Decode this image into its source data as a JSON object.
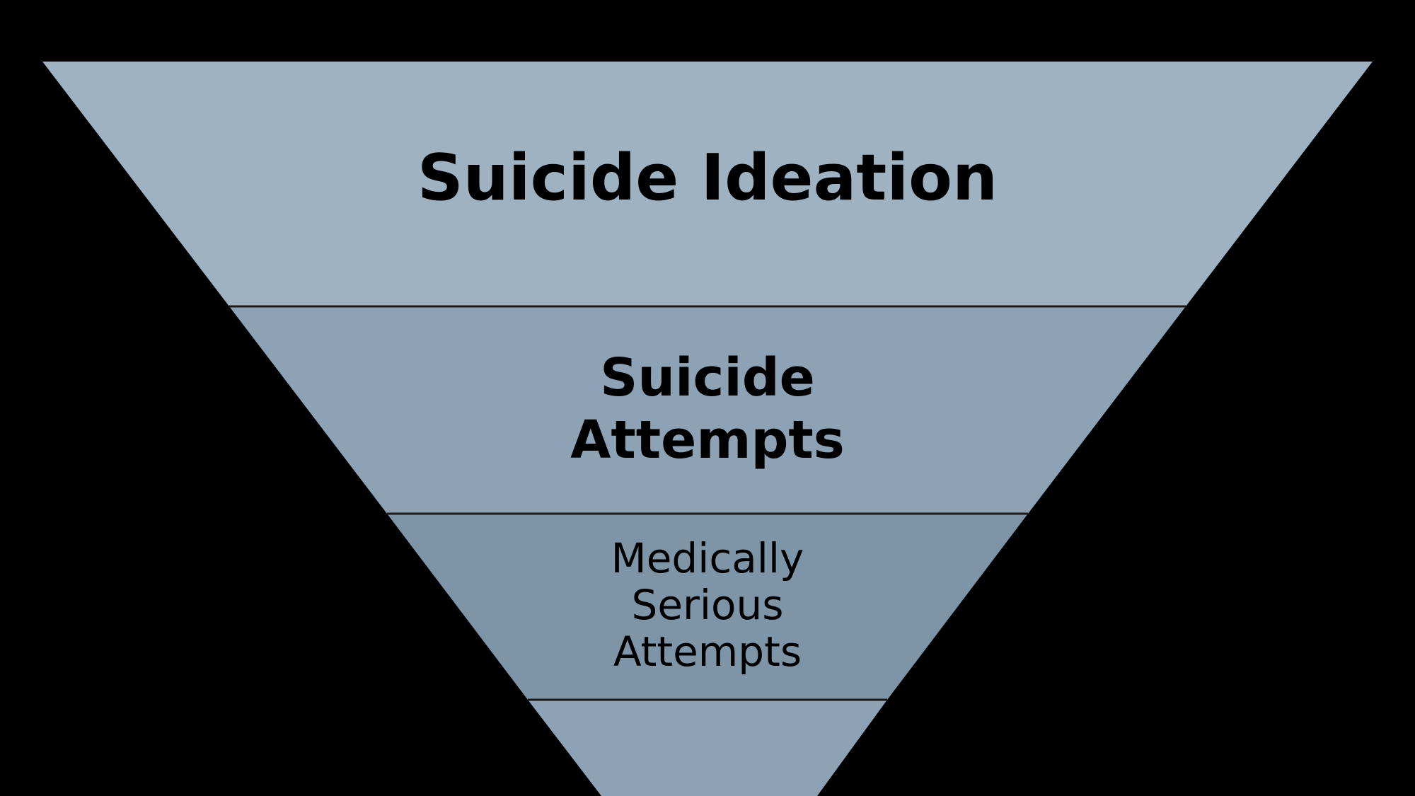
{
  "diagram": {
    "type": "inverted-funnel",
    "colors": {
      "background": "#000000",
      "divider": "#1a1a1a",
      "text": "#000000"
    },
    "layers": [
      {
        "id": "ideation",
        "lines": [
          "Suicide Ideation"
        ],
        "fill": "#9eb2c2",
        "bold": true
      },
      {
        "id": "attempts",
        "lines": [
          "Suicide",
          "Attempts"
        ],
        "fill": "#8da3b5",
        "bold": true
      },
      {
        "id": "medical",
        "lines": [
          "Medically",
          "Serious",
          "Attempts"
        ],
        "fill": "#7e95a8",
        "bold": false
      },
      {
        "id": "bottom",
        "lines": [],
        "fill": "#8da3b5",
        "bold": false
      }
    ]
  }
}
